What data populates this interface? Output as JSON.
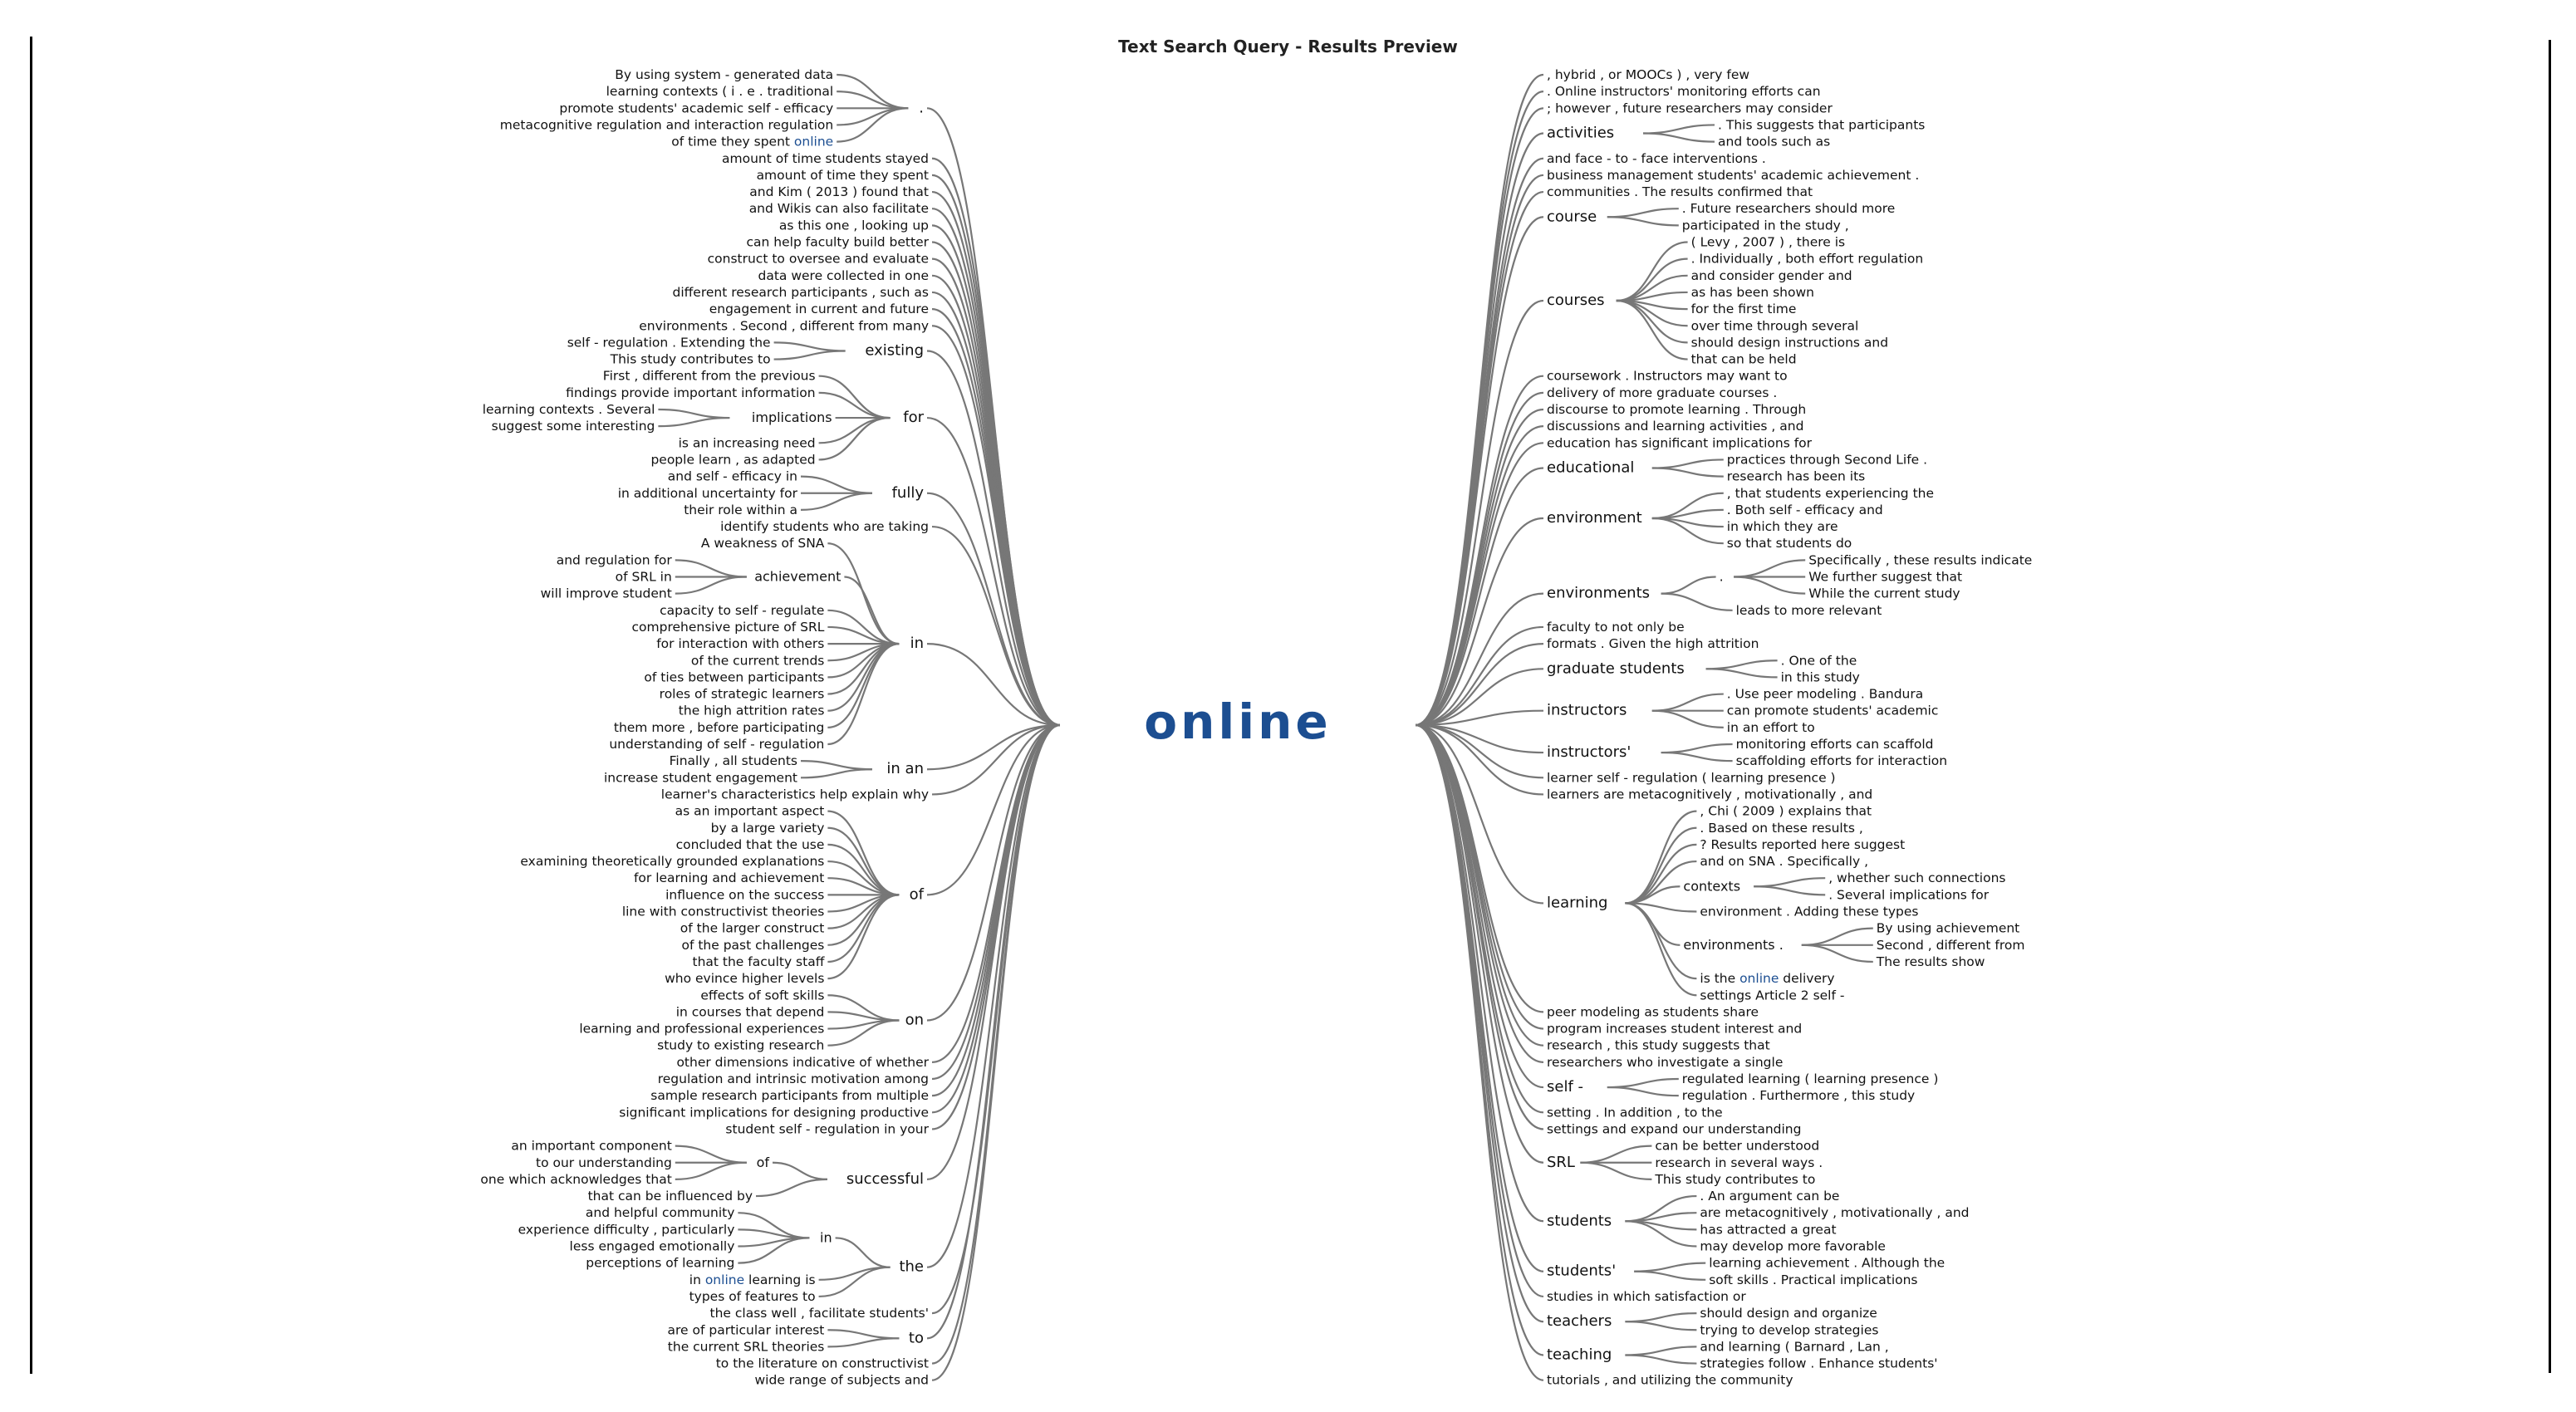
{
  "title": "Text Search Query - Results Preview",
  "keyword": "online",
  "colors": {
    "keyword": "#1c4e91",
    "text": "#111111",
    "branch": "#777777"
  },
  "left": [
    {
      "label": ".",
      "leaves": [
        "By using system - generated data",
        "learning contexts ( i . e . traditional",
        "promote students' academic self - efficacy",
        "metacognitive regulation and interaction regulation",
        "of time they spent online"
      ]
    },
    "amount of time students stayed",
    "amount of time they spent",
    "and Kim ( 2013 ) found that",
    "and Wikis can also facilitate",
    "as this one , looking up",
    "can help faculty build better",
    "construct to oversee and evaluate",
    "data were collected in one",
    "different research participants , such as",
    "engagement in current and future",
    "environments . Second , different from many",
    {
      "label": "existing",
      "leaves": [
        "self - regulation . Extending the",
        "This study contributes to"
      ]
    },
    {
      "label": "for",
      "leaves": [
        "First , different from the previous",
        "findings provide important information",
        {
          "label": "implications",
          "leaves": [
            "learning contexts . Several",
            "suggest some interesting"
          ]
        },
        "is an increasing need",
        "people learn , as adapted"
      ]
    },
    {
      "label": "fully",
      "leaves": [
        "and self - efficacy in",
        "in additional uncertainty for",
        "their role within a"
      ]
    },
    "identify students who are taking",
    {
      "label": "in",
      "leaves": [
        "A weakness of SNA",
        {
          "label": "achievement",
          "leaves": [
            "and regulation for",
            "of SRL in",
            "will improve student"
          ]
        },
        "capacity to self - regulate",
        "comprehensive picture of SRL",
        "for interaction with others",
        "of the current trends",
        "of ties between participants",
        "roles of strategic learners",
        "the high attrition rates",
        "them more , before participating",
        "understanding of self - regulation"
      ]
    },
    {
      "label": "in an",
      "leaves": [
        "Finally , all students",
        "increase student engagement"
      ]
    },
    "learner's characteristics help explain why",
    {
      "label": "of",
      "leaves": [
        "as an important aspect",
        "by a large variety",
        "concluded that the use",
        "examining theoretically grounded explanations",
        "for learning and achievement",
        "influence on the success",
        "line with constructivist theories",
        "of the larger construct",
        "of the past challenges",
        "that the faculty staff",
        "who evince higher levels"
      ]
    },
    {
      "label": "on",
      "leaves": [
        "effects of soft skills",
        "in courses that depend",
        "learning and professional experiences",
        "study to existing research"
      ]
    },
    "other dimensions indicative of whether",
    "regulation and intrinsic motivation among",
    "sample research participants from multiple",
    "significant implications for designing productive",
    "student self - regulation in your",
    {
      "label": "successful",
      "leaves": [
        {
          "label": "of",
          "leaves": [
            "an important component",
            "to our understanding",
            "one which acknowledges that"
          ]
        },
        "that can be influenced by"
      ]
    },
    {
      "label": "the",
      "leaves": [
        {
          "label": "in",
          "leaves": [
            "and helpful community",
            "experience difficulty , particularly",
            "less engaged emotionally",
            "perceptions of learning"
          ]
        },
        "in online learning is",
        "types of features to"
      ]
    },
    "the class well , facilitate students'",
    {
      "label": "to",
      "leaves": [
        "are of particular interest",
        "the current SRL theories"
      ]
    },
    "to the literature on constructivist",
    "wide range of subjects and"
  ],
  "right": [
    ", hybrid , or MOOCs ) , very few",
    ". Online instructors' monitoring efforts can",
    "; however , future researchers may consider",
    {
      "label": "activities",
      "leaves": [
        ". This suggests that participants",
        "and tools such as"
      ]
    },
    "and face - to - face interventions .",
    "business management students' academic achievement .",
    "communities . The results confirmed that",
    {
      "label": "course",
      "leaves": [
        ". Future researchers should more",
        "participated in the study ,"
      ]
    },
    {
      "label": "courses",
      "leaves": [
        "( Levy , 2007 ) , there is",
        ". Individually , both effort regulation",
        "and consider gender and",
        "as has been shown",
        "for the first time",
        "over time through several",
        "should design instructions and",
        "that can be held"
      ]
    },
    "coursework . Instructors may want to",
    "delivery of more graduate courses .",
    "discourse to promote learning . Through",
    "discussions and learning activities , and",
    "education has significant implications for",
    {
      "label": "educational",
      "leaves": [
        "practices through Second Life .",
        "research has been its"
      ]
    },
    {
      "label": "environment",
      "leaves": [
        ", that students experiencing the",
        ". Both self - efficacy and",
        "in which they are",
        "so that students do"
      ]
    },
    {
      "label": "environments",
      "leaves": [
        {
          "label": ".",
          "leaves": [
            "Specifically , these results indicate",
            "We further suggest that",
            "While the current study"
          ]
        },
        "leads to more relevant"
      ]
    },
    "faculty to not only be",
    "formats . Given the high attrition",
    {
      "label": "graduate students",
      "leaves": [
        ". One of the",
        "in this study"
      ]
    },
    {
      "label": "instructors",
      "leaves": [
        ". Use peer modeling . Bandura",
        "can promote students' academic",
        "in an effort to"
      ]
    },
    {
      "label": "instructors'",
      "leaves": [
        "monitoring efforts can scaffold",
        "scaffolding efforts for interaction"
      ]
    },
    "learner self - regulation ( learning presence )",
    "learners are metacognitively , motivationally , and",
    {
      "label": "learning",
      "leaves": [
        ", Chi ( 2009 ) explains that",
        ". Based on these results ,",
        "? Results reported here suggest",
        "and on SNA . Specifically ,",
        {
          "label": "contexts",
          "leaves": [
            ", whether such connections",
            ". Several implications for"
          ]
        },
        "environment . Adding these types",
        {
          "label": "environments .",
          "leaves": [
            "By using achievement",
            "Second , different from",
            "The results show"
          ]
        },
        "is the online delivery",
        "settings Article 2 self -"
      ]
    },
    "peer modeling as students share",
    "program increases student interest and",
    "research , this study suggests that",
    "researchers who investigate a single",
    {
      "label": "self -",
      "leaves": [
        "regulated learning ( learning presence )",
        "regulation . Furthermore , this study"
      ]
    },
    "setting . In addition , to the",
    "settings and expand our understanding",
    {
      "label": "SRL",
      "leaves": [
        "can be better understood",
        "research in several ways .",
        "This study contributes to"
      ]
    },
    {
      "label": "students",
      "leaves": [
        ". An argument can be",
        "are metacognitively , motivationally , and",
        "has attracted a great",
        "may develop more favorable"
      ]
    },
    {
      "label": "students'",
      "leaves": [
        "learning achievement . Although the",
        "soft skills . Practical implications"
      ]
    },
    "studies in which satisfaction or",
    {
      "label": "teachers",
      "leaves": [
        "should design and organize",
        "trying to develop strategies"
      ]
    },
    {
      "label": "teaching",
      "leaves": [
        "and learning ( Barnard , Lan ,",
        "strategies follow . Enhance students'"
      ]
    },
    "tutorials , and utilizing the community"
  ]
}
